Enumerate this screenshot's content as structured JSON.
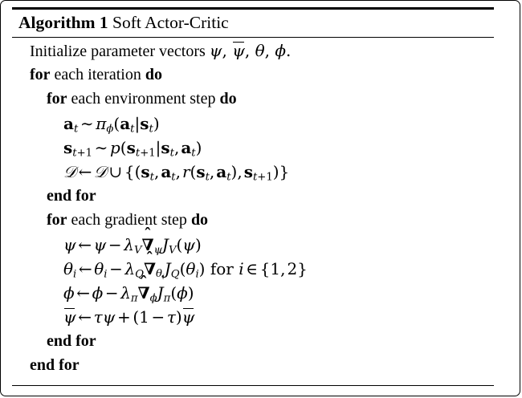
{
  "document": {
    "type": "algorithm-pseudocode-block",
    "frame": {
      "border_color": "#000000",
      "background": "#ffffff"
    }
  },
  "algorithm": {
    "label": "Algorithm 1",
    "name": "Soft Actor-Critic",
    "title_full": "Algorithm 1 Soft Actor-Critic",
    "lines": [
      {
        "indent": 0,
        "id": "initialize",
        "text": "Initialize parameter vectors ψ, ψ̄, θ, ϕ."
      },
      {
        "indent": 0,
        "id": "for-each-iteration",
        "text": "for each iteration do"
      },
      {
        "indent": 1,
        "id": "for-each-environment-step",
        "text": "for each environment step do"
      },
      {
        "indent": 2,
        "id": "sample-action",
        "text": "a_t ~ π_ϕ(a_t|s_t)"
      },
      {
        "indent": 2,
        "id": "sample-next-state",
        "text": "s_{t+1} ~ p(s_{t+1}|s_t, a_t)"
      },
      {
        "indent": 2,
        "id": "append-replay-buffer",
        "text": "D ← D ∪ {(s_t, a_t, r(s_t, a_t), s_{t+1})}"
      },
      {
        "indent": 1,
        "id": "end-for-environment-step",
        "text": "end for"
      },
      {
        "indent": 1,
        "id": "for-each-gradient-step",
        "text": "for each gradient step do"
      },
      {
        "indent": 2,
        "id": "update-value-psi",
        "text": "ψ ← ψ − λ_V ∇̂_ψ J_V(ψ)"
      },
      {
        "indent": 2,
        "id": "update-q-theta",
        "text": "θ_i ← θ_i − λ_Q ∇̂_{θ_i} J_Q(θ_i) for i ∈ {1, 2}"
      },
      {
        "indent": 2,
        "id": "update-policy-phi",
        "text": "ϕ ← ϕ − λ_π ∇̂_ϕ J_π(ϕ)"
      },
      {
        "indent": 2,
        "id": "update-target-psi-bar",
        "text": "ψ̄ ← τψ + (1 − τ)ψ̄"
      },
      {
        "indent": 1,
        "id": "end-for-gradient-step",
        "text": "end for"
      },
      {
        "indent": 0,
        "id": "end-for-iteration",
        "text": "end for"
      }
    ],
    "keywords": {
      "for": "for",
      "do": "do",
      "end_for": "end for",
      "each": "each",
      "iteration": "iteration",
      "environment_step": "environment step",
      "gradient_step": "gradient step",
      "for_math": "for",
      "initialize": "Initialize parameter vectors"
    },
    "symbols": {
      "psi": "ψ",
      "psi_bar": "ψ̄",
      "theta": "θ",
      "phi": "ϕ",
      "pi": "π",
      "lambda": "λ",
      "tau": "τ",
      "nabla_hat": "∇̂",
      "script_d": "𝒟",
      "arrow_left": "←",
      "tilde": "∼",
      "union": "∪",
      "element_of": "∈",
      "minus": "−",
      "plus": "+",
      "index_set": "{1, 2}"
    }
  }
}
